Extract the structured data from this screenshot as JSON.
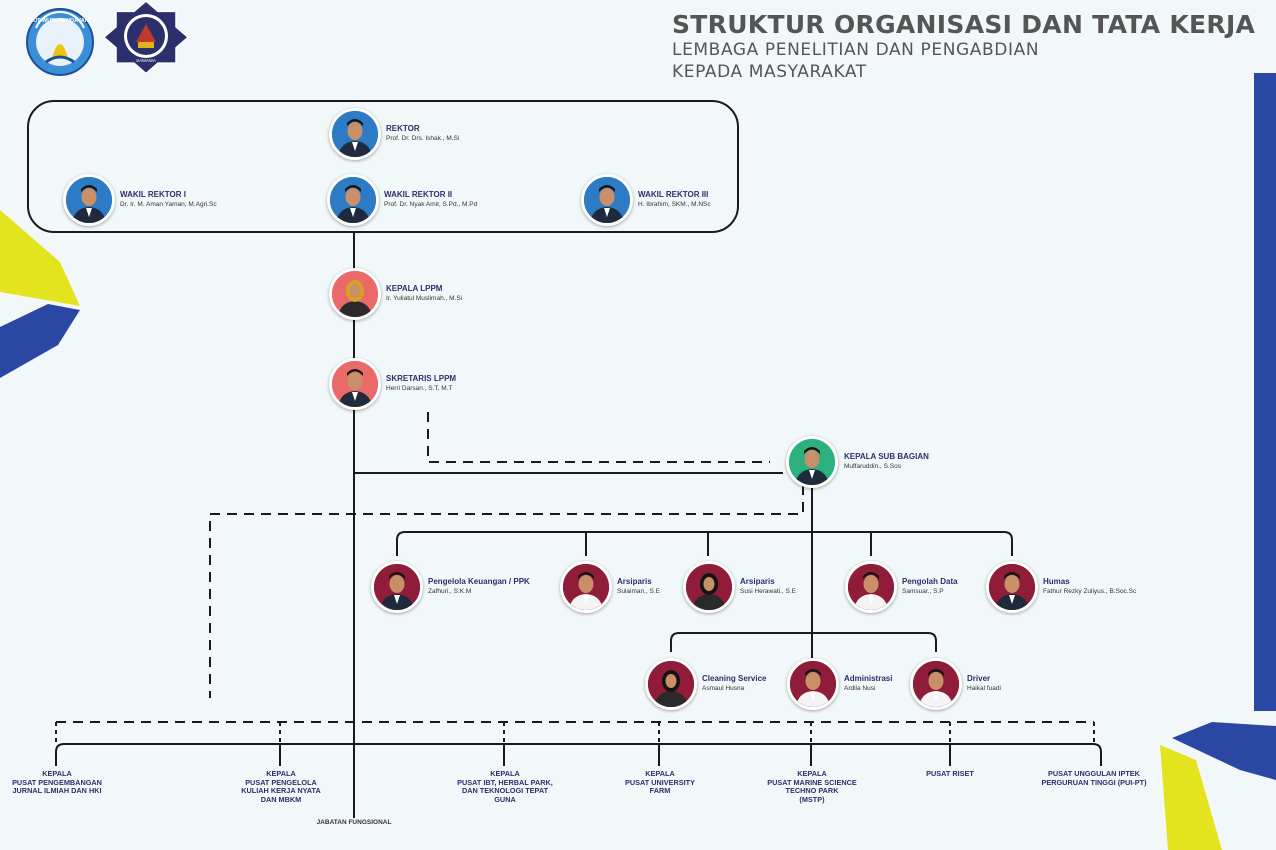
{
  "header": {
    "title": "STRUKTUR ORGANISASI DAN TATA KERJA",
    "subtitle_line1": "LEMBAGA PENELITIAN DAN PENGABDIAN",
    "subtitle_line2": "KEPADA MASYARAKAT"
  },
  "logos": [
    {
      "icon": "tut-wuri-handayani-logo",
      "text": "TUT WURI HANDAYANI"
    },
    {
      "icon": "university-seal-logo",
      "text": "SAMAWA"
    }
  ],
  "colors": {
    "navy": "#2b2f6b",
    "blue_ring": "#2d7bc4",
    "red_ring": "#ea6a6a",
    "green_ring": "#2bb07e",
    "maroon_ring": "#8f1c38",
    "accent_yellow": "#e3e41d",
    "accent_blue": "#2a47a4",
    "line": "#1a1a1a"
  },
  "nodes": [
    {
      "id": "rektor",
      "role": "REKTOR",
      "name": "Prof. Dr. Drs. Ishak., M.Si",
      "ring": "blue",
      "gender": "m"
    },
    {
      "id": "wr1",
      "role": "WAKIL REKTOR I",
      "name": "Dr. Ir. M. Aman Yaman, M.Agri.Sc",
      "ring": "blue",
      "gender": "m"
    },
    {
      "id": "wr2",
      "role": "WAKIL REKTOR II",
      "name": "Prof. Dr. Nyak Amir, S.Pd., M.Pd",
      "ring": "blue",
      "gender": "m"
    },
    {
      "id": "wr3",
      "role": "WAKIL REKTOR III",
      "name": "H. Ibrahim, SKM., M.NSc",
      "ring": "blue",
      "gender": "m"
    },
    {
      "id": "kepala",
      "role": "KEPALA LPPM",
      "name": "Ir. Yuliatul Muslimah., M.Si",
      "ring": "red",
      "gender": "f"
    },
    {
      "id": "sekretaris",
      "role": "SKRETARIS LPPM",
      "name": "Herri Darsan., S.T, M.T",
      "ring": "red",
      "gender": "m"
    },
    {
      "id": "kasubag",
      "role": "KEPALA SUB BAGIAN",
      "name": "Muffaruddin., S.Sos",
      "ring": "green",
      "gender": "m"
    },
    {
      "id": "keuangan",
      "role": "Pengelola Keuangan / PPK",
      "name": "Zafhuri., S.K.M",
      "ring": "maroon",
      "gender": "m"
    },
    {
      "id": "arsip1",
      "role": "Arsiparis",
      "name": "Sulaiman., S.E",
      "ring": "maroon",
      "gender": "m"
    },
    {
      "id": "arsip2",
      "role": "Arsiparis",
      "name": "Susi Herawati., S.E",
      "ring": "maroon",
      "gender": "f"
    },
    {
      "id": "data",
      "role": "Pengolah Data",
      "name": "Samsuar., S.P",
      "ring": "maroon",
      "gender": "m"
    },
    {
      "id": "humas",
      "role": "Humas",
      "name": "Fathur Rezky Zuliyus., B.Soc.Sc",
      "ring": "maroon",
      "gender": "m"
    },
    {
      "id": "cleaning",
      "role": "Cleaning Service",
      "name": "Asmaul Husna",
      "ring": "maroon",
      "gender": "f"
    },
    {
      "id": "admin",
      "role": "Administrasi",
      "name": "Ardila Nusi",
      "ring": "maroon",
      "gender": "m"
    },
    {
      "id": "driver",
      "role": "Driver",
      "name": "Haikal fuadi",
      "ring": "maroon",
      "gender": "m"
    }
  ],
  "units": [
    "KEPALA\nPUSAT PENGEMBANGAN\nJURNAL ILMIAH DAN HKI",
    "KEPALA\nPUSAT PENGELOLA\nKULIAH KERJA NYATA\nDAN MBKM",
    "KEPALA\nPUSAT IBT, HERBAL PARK,\nDAN TEKNOLOGI TEPAT\nGUNA",
    "KEPALA\nPUSAT UNIVERSITY\nFARM",
    "KEPALA\nPUSAT MARINE SCIENCE\nTECHNO PARK\n(MSTP)",
    "PUSAT RISET",
    "PUSAT UNGGULAN IPTEK\nPERGURUAN TINGGI (PUI-PT)"
  ],
  "fungsional": "JABATAN FUNGSIONAL"
}
